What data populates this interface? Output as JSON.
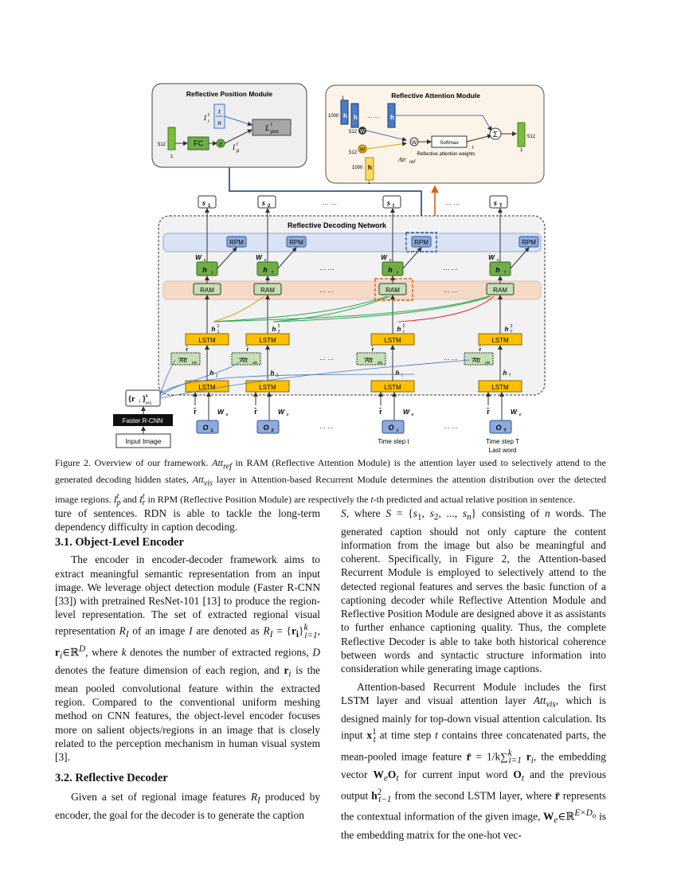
{
  "figure": {
    "rpm_title": "Reflective Position Module",
    "ram_title": "Reflective Attention Module",
    "rdn_title": "Reflective Decoding Network",
    "fc": "FC",
    "sigma": "σ",
    "dim_512": "512",
    "dim_1": "1",
    "dim_1000": "1000",
    "i_r": "I",
    "i_r_sup": "t",
    "i_r_sub": "r",
    "frac_num": "t",
    "frac_den": "n",
    "i_p": "I",
    "i_p_sup": "t",
    "i_p_sub": "p",
    "l_pos": "L",
    "l_pos_sup": "t",
    "l_pos_sub": "pos",
    "h_label": "h",
    "h_top_sup": "1",
    "h_top_sub": "1",
    "h_top2_sup": "2",
    "h_top2_sub": "2",
    "h_dots": "… …",
    "h_last_sub": "T",
    "h_last_sup": "2",
    "w_label": "W",
    "h1_sup": "1",
    "h1_sub": "1",
    "softmax": "Softmax",
    "t_label": "t",
    "weights_label": "Reflective attention weights",
    "att_ref": "Att",
    "att_ref_sub": "ref",
    "sum_sym": "Σ",
    "s_items": [
      "s",
      "s",
      "s",
      "s"
    ],
    "s_subs": [
      "1",
      "2",
      "t",
      "T"
    ],
    "dots": "… …",
    "rpm": "RPM",
    "ram": "RAM",
    "lstm": "LSTM",
    "att_vis": "Att",
    "att_vis_sub": "vis",
    "ws": "W",
    "ws_sub": "s",
    "we": "W",
    "we_sub": "e",
    "rbar": "r̄",
    "o": "O",
    "o_subs": [
      "1",
      "2",
      "t",
      "T"
    ],
    "h_t_sub": [
      "1",
      "2",
      "t",
      "T"
    ],
    "region_set": "{r",
    "region_sub": "i",
    "region_sup": "k",
    "region_close": "}",
    "region_i1": "i=1",
    "faster_rcnn": "Faster R-CNN",
    "input_image": "Input Image",
    "time_step_t": "Time step t",
    "time_step_T": "Time step T",
    "last_word": "Last word"
  },
  "caption": {
    "fig_label": "Figure 2. Overview of our framework.",
    "att_ref": "Att",
    "att_ref_sub": "ref",
    "part1": " in RAM (Reflective Attention Module) is the attention layer used to selectively attend to the generated decoding hidden states, ",
    "att_vis": "Att",
    "att_vis_sub": "vis",
    "part2": " layer in Attention-based Recurrent Module determines the attention distribution over the detected image regions. ",
    "ip": "I",
    "ip_sub": "p",
    "ip_sup": "t",
    "and": " and ",
    "ir": "I",
    "ir_sub": "r",
    "ir_sup": "t",
    "part3": " in RPM (Reflective Position Module) are respectively the ",
    "t": "t",
    "part4": "-th predicted and actual relative position in sentence."
  },
  "left": {
    "p0": "ture of sentences. RDN is able to tackle the long-term dependency difficulty in caption decoding.",
    "h31": "3.1. Object-Level Encoder",
    "p1a": "The encoder in encoder-decoder framework aims to extract meaningful semantic representation from an input image. We leverage object detection module (Faster R-CNN [33]) with pretrained ResNet-101 [13] to produce the region-level representation. The set of extracted regional visual representation ",
    "p1_RI": "R",
    "p1_RI_sub": "I",
    "p1b": " of an image ",
    "p1_I": "I",
    "p1c": " are denoted as ",
    "p1d": " = {",
    "p1_ri": "r",
    "p1_i": "i",
    "p1e": "}",
    "p1_k": "k",
    "p1_i1": "i=1",
    "p1f": ", ",
    "p1g": "∈ℝ",
    "p1_D": "D",
    "p1h": ", where ",
    "p1_kw": "k",
    "p1i": " denotes the number of extracted regions, ",
    "p1_Dw": "D",
    "p1j": " denotes the feature dimension of each region, and ",
    "p1_rr": "r",
    "p1_rri": "i",
    "p1k": " is the mean pooled convolutional feature within the extracted region. Compared to the conventional uniform meshing method on CNN features, the object-level encoder focuses more on salient objects/regions in an image that is closely related to the perception mechanism in human visual system [3].",
    "h32": "3.2. Reflective Decoder",
    "p2a": "Given a set of regional image features ",
    "p2_R": "R",
    "p2_Rsub": "I",
    "p2b": " produced by encoder, the goal for the decoder is to generate the caption"
  },
  "right": {
    "p1a": "",
    "p1_S": "S",
    "p1b": ", where ",
    "p1_S2": "S",
    "p1c": " = {",
    "p1_s": "s",
    "p1_s1": "1",
    "p1d": ", ",
    "p1_s2sub": "2",
    "p1e": ", ..., ",
    "p1_sn": "n",
    "p1f": "} consisting of ",
    "p1_n": "n",
    "p1g": " words. The generated caption should not only capture the content information from the image but also be meaningful and coherent. Specifically, in Figure 2, the Attention-based Recurrent Module is employed to selectively attend to the detected regional features and serves the basic function of a captioning decoder while Reflective Attention Module and Reflective Position Module are designed above it as assistants to further enhance captioning quality. Thus, the complete Reflective Decoder is able to take both historical coherence between words and syntactic structure information into consideration while generating image captions.",
    "p2a": "Attention-based Recurrent Module includes the first LSTM layer and visual attention layer ",
    "p2_att": "Att",
    "p2_vis": "vis",
    "p2b": ", which is designed mainly for top-down visual attention calculation. Its input ",
    "p2_x": "x",
    "p2_x_sup": "1",
    "p2_x_sub": "t",
    "p2c": " at time step ",
    "p2_t": "t",
    "p2d": " contains three concatenated parts, the mean-pooled image feature ",
    "p2_rbar": "r̄",
    "p2e": " = ",
    "p2_frac": "1/k",
    "p2_sum": "∑",
    "p2_sum_sup": "k",
    "p2_sum_sub": "i=1",
    "p2_ri": "r",
    "p2_ri_sub": "i",
    "p2f": ", the embedding vector ",
    "p2_WeOt": "W",
    "p2_We_sub": "e",
    "p2_O": "O",
    "p2_O_sub": "t",
    "p2g": " for current input word ",
    "p2_Ot": "O",
    "p2_Ot_sub": "t",
    "p2h": " and the previous output ",
    "p2_h": "h",
    "p2_h_sup": "2",
    "p2_h_sub": "t−1",
    "p2i": " from the second LSTM layer, where ",
    "p2_rbar2": "r̄",
    "p2j": " represents the contextual information of the given image, ",
    "p2_We": "W",
    "p2_We2_sub": "e",
    "p2k": "∈ℝ",
    "p2_ED": "E×D",
    "p2_Do": "o",
    "p2l": " is the embedding matrix for the one-hot vec-"
  }
}
